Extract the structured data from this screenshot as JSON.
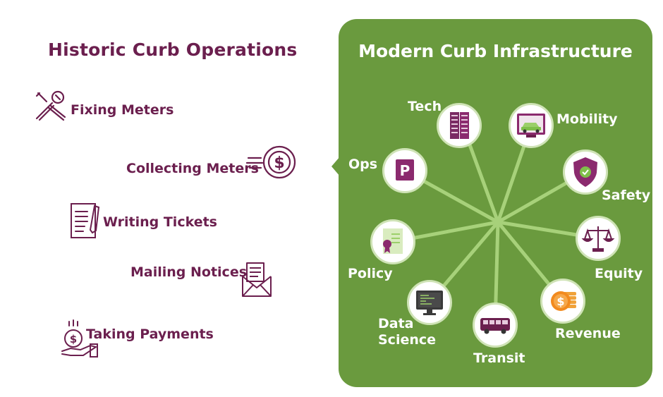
{
  "left": {
    "title": "Historic Curb Operations",
    "tasks": [
      {
        "label": "Fixing Meters",
        "icon": "tools-icon"
      },
      {
        "label": "Collecting Meters",
        "icon": "coin-icon"
      },
      {
        "label": "Writing Tickets",
        "icon": "ticket-icon"
      },
      {
        "label": "Mailing Notices",
        "icon": "envelope-icon"
      },
      {
        "label": "Taking Payments",
        "icon": "payment-icon"
      }
    ]
  },
  "right": {
    "title": "Modern Curb Infrastructure",
    "nodes": [
      {
        "label": "Tech",
        "icon": "server-icon"
      },
      {
        "label": "Mobility",
        "icon": "car-charging-icon"
      },
      {
        "label": "Ops",
        "icon": "parking-icon"
      },
      {
        "label": "Safety",
        "icon": "shield-icon"
      },
      {
        "label": "Policy",
        "icon": "certificate-icon"
      },
      {
        "label": "Equity",
        "icon": "scales-icon"
      },
      {
        "label": "Data Science",
        "icon": "monitor-icon"
      },
      {
        "label": "Revenue",
        "icon": "coins-icon"
      },
      {
        "label": "Transit",
        "icon": "bus-icon"
      }
    ]
  },
  "colors": {
    "plum": "#6b1f4e",
    "green": "#6a9a3e",
    "spoke": "#a7d17a",
    "magenta": "#8b2a6e"
  }
}
